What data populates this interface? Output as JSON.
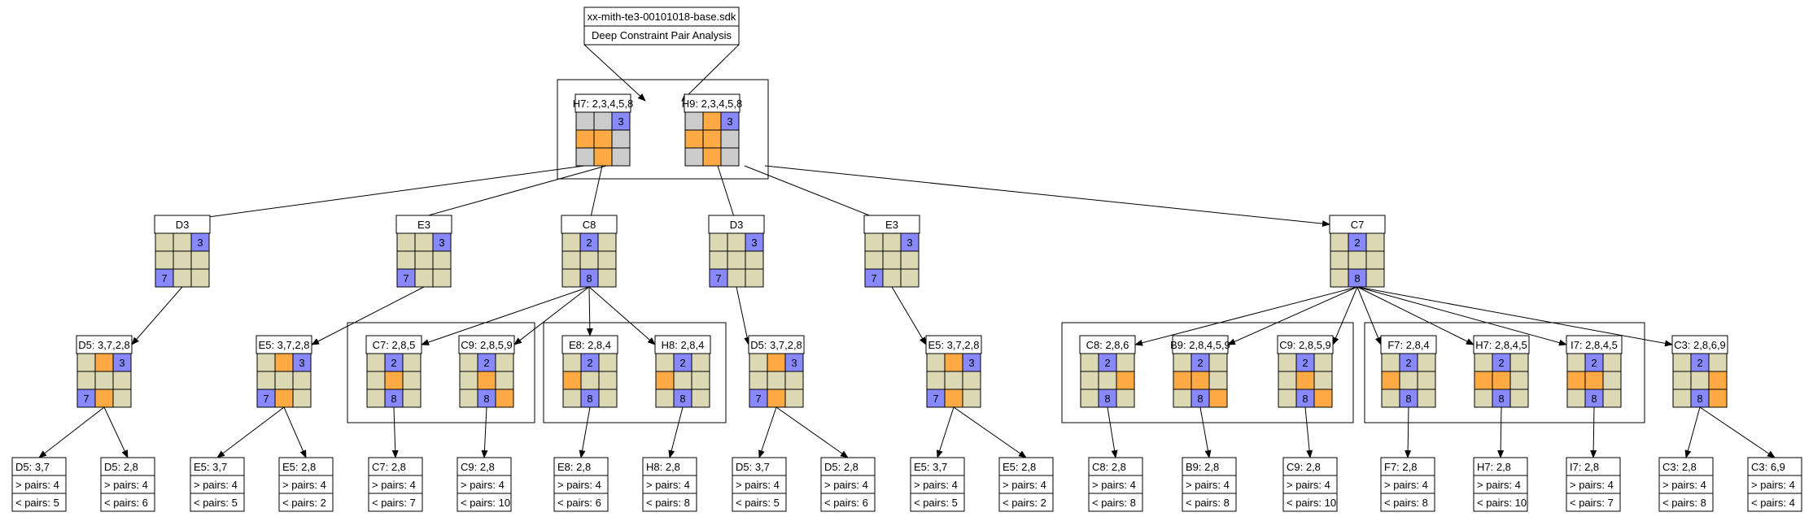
{
  "header": {
    "title": "xx-mith-te3-00101018-base.sdk",
    "subtitle": "Deep Constraint Pair Analysis"
  },
  "colors": {
    "tan": "#dcd8b3",
    "gray": "#cccccc",
    "blue": "#8888ff",
    "orange": "#ffaa44",
    "border": "#000000",
    "background": "#ffffff"
  },
  "nodes": {
    "H7": {
      "label": "H7: 2,3,4,5,8",
      "grid": [
        [
          "g",
          ""
        ],
        [
          "g",
          ""
        ],
        [
          "b",
          "3"
        ],
        [
          "o",
          ""
        ],
        [
          "o",
          ""
        ],
        [
          "g",
          ""
        ],
        [
          "g",
          ""
        ],
        [
          "o",
          ""
        ],
        [
          "g",
          ""
        ]
      ]
    },
    "H9": {
      "label": "H9: 2,3,4,5,8",
      "grid": [
        [
          "g",
          ""
        ],
        [
          "o",
          ""
        ],
        [
          "b",
          "3"
        ],
        [
          "o",
          ""
        ],
        [
          "o",
          ""
        ],
        [
          "g",
          ""
        ],
        [
          "g",
          ""
        ],
        [
          "o",
          ""
        ],
        [
          "g",
          ""
        ]
      ]
    },
    "D3a": {
      "label": "D3",
      "grid": [
        [
          "t",
          ""
        ],
        [
          "t",
          ""
        ],
        [
          "b",
          "3"
        ],
        [
          "t",
          ""
        ],
        [
          "t",
          ""
        ],
        [
          "t",
          ""
        ],
        [
          "b",
          "7"
        ],
        [
          "t",
          ""
        ],
        [
          "t",
          ""
        ]
      ]
    },
    "E3a": {
      "label": "E3",
      "grid": [
        [
          "t",
          ""
        ],
        [
          "t",
          ""
        ],
        [
          "b",
          "3"
        ],
        [
          "t",
          ""
        ],
        [
          "t",
          ""
        ],
        [
          "t",
          ""
        ],
        [
          "b",
          "7"
        ],
        [
          "t",
          ""
        ],
        [
          "t",
          ""
        ]
      ]
    },
    "C8": {
      "label": "C8",
      "grid": [
        [
          "t",
          ""
        ],
        [
          "b",
          "2"
        ],
        [
          "t",
          ""
        ],
        [
          "t",
          ""
        ],
        [
          "t",
          ""
        ],
        [
          "t",
          ""
        ],
        [
          "t",
          ""
        ],
        [
          "b",
          "8"
        ],
        [
          "t",
          ""
        ]
      ]
    },
    "D3b": {
      "label": "D3",
      "grid": [
        [
          "t",
          ""
        ],
        [
          "t",
          ""
        ],
        [
          "b",
          "3"
        ],
        [
          "t",
          ""
        ],
        [
          "t",
          ""
        ],
        [
          "t",
          ""
        ],
        [
          "b",
          "7"
        ],
        [
          "t",
          ""
        ],
        [
          "t",
          ""
        ]
      ]
    },
    "E3b": {
      "label": "E3",
      "grid": [
        [
          "t",
          ""
        ],
        [
          "t",
          ""
        ],
        [
          "b",
          "3"
        ],
        [
          "t",
          ""
        ],
        [
          "t",
          ""
        ],
        [
          "t",
          ""
        ],
        [
          "b",
          "7"
        ],
        [
          "t",
          ""
        ],
        [
          "t",
          ""
        ]
      ]
    },
    "C7": {
      "label": "C7",
      "grid": [
        [
          "t",
          ""
        ],
        [
          "b",
          "2"
        ],
        [
          "t",
          ""
        ],
        [
          "t",
          ""
        ],
        [
          "t",
          ""
        ],
        [
          "t",
          ""
        ],
        [
          "t",
          ""
        ],
        [
          "b",
          "8"
        ],
        [
          "t",
          ""
        ]
      ]
    },
    "D5a": {
      "label": "D5: 3,7,2,8",
      "grid": [
        [
          "t",
          ""
        ],
        [
          "o",
          ""
        ],
        [
          "b",
          "3"
        ],
        [
          "t",
          ""
        ],
        [
          "t",
          ""
        ],
        [
          "t",
          ""
        ],
        [
          "b",
          "7"
        ],
        [
          "o",
          ""
        ],
        [
          "t",
          ""
        ]
      ]
    },
    "E5a": {
      "label": "E5: 3,7,2,8",
      "grid": [
        [
          "t",
          ""
        ],
        [
          "o",
          ""
        ],
        [
          "b",
          "3"
        ],
        [
          "t",
          ""
        ],
        [
          "t",
          ""
        ],
        [
          "t",
          ""
        ],
        [
          "b",
          "7"
        ],
        [
          "o",
          ""
        ],
        [
          "t",
          ""
        ]
      ]
    },
    "C7b": {
      "label": "C7: 2,8,5",
      "grid": [
        [
          "t",
          ""
        ],
        [
          "b",
          "2"
        ],
        [
          "t",
          ""
        ],
        [
          "t",
          ""
        ],
        [
          "o",
          ""
        ],
        [
          "t",
          ""
        ],
        [
          "t",
          ""
        ],
        [
          "b",
          "8"
        ],
        [
          "t",
          ""
        ]
      ]
    },
    "C9b": {
      "label": "C9: 2,8,5,9",
      "grid": [
        [
          "t",
          ""
        ],
        [
          "b",
          "2"
        ],
        [
          "t",
          ""
        ],
        [
          "t",
          ""
        ],
        [
          "o",
          ""
        ],
        [
          "t",
          ""
        ],
        [
          "t",
          ""
        ],
        [
          "b",
          "8"
        ],
        [
          "o",
          ""
        ]
      ]
    },
    "E8": {
      "label": "E8: 2,8,4",
      "grid": [
        [
          "t",
          ""
        ],
        [
          "b",
          "2"
        ],
        [
          "t",
          ""
        ],
        [
          "o",
          ""
        ],
        [
          "t",
          ""
        ],
        [
          "t",
          ""
        ],
        [
          "t",
          ""
        ],
        [
          "b",
          "8"
        ],
        [
          "t",
          ""
        ]
      ]
    },
    "H8": {
      "label": "H8: 2,8,4",
      "grid": [
        [
          "t",
          ""
        ],
        [
          "b",
          "2"
        ],
        [
          "t",
          ""
        ],
        [
          "o",
          ""
        ],
        [
          "t",
          ""
        ],
        [
          "t",
          ""
        ],
        [
          "t",
          ""
        ],
        [
          "b",
          "8"
        ],
        [
          "t",
          ""
        ]
      ]
    },
    "D5b": {
      "label": "D5: 3,7,2,8",
      "grid": [
        [
          "t",
          ""
        ],
        [
          "o",
          ""
        ],
        [
          "b",
          "3"
        ],
        [
          "t",
          ""
        ],
        [
          "t",
          ""
        ],
        [
          "t",
          ""
        ],
        [
          "b",
          "7"
        ],
        [
          "o",
          ""
        ],
        [
          "t",
          ""
        ]
      ]
    },
    "E5b": {
      "label": "E5: 3,7,2,8",
      "grid": [
        [
          "t",
          ""
        ],
        [
          "o",
          ""
        ],
        [
          "b",
          "3"
        ],
        [
          "t",
          ""
        ],
        [
          "t",
          ""
        ],
        [
          "t",
          ""
        ],
        [
          "b",
          "7"
        ],
        [
          "o",
          ""
        ],
        [
          "t",
          ""
        ]
      ]
    },
    "C8c": {
      "label": "C8: 2,8,6",
      "grid": [
        [
          "t",
          ""
        ],
        [
          "b",
          "2"
        ],
        [
          "t",
          ""
        ],
        [
          "t",
          ""
        ],
        [
          "t",
          ""
        ],
        [
          "o",
          ""
        ],
        [
          "t",
          ""
        ],
        [
          "b",
          "8"
        ],
        [
          "t",
          ""
        ]
      ]
    },
    "B9": {
      "label": "B9: 2,8,4,5,9",
      "grid": [
        [
          "t",
          ""
        ],
        [
          "b",
          "2"
        ],
        [
          "t",
          ""
        ],
        [
          "o",
          ""
        ],
        [
          "o",
          ""
        ],
        [
          "t",
          ""
        ],
        [
          "t",
          ""
        ],
        [
          "b",
          "8"
        ],
        [
          "o",
          ""
        ]
      ]
    },
    "C9c": {
      "label": "C9: 2,8,5,9",
      "grid": [
        [
          "t",
          ""
        ],
        [
          "b",
          "2"
        ],
        [
          "t",
          ""
        ],
        [
          "t",
          ""
        ],
        [
          "o",
          ""
        ],
        [
          "t",
          ""
        ],
        [
          "t",
          ""
        ],
        [
          "b",
          "8"
        ],
        [
          "o",
          ""
        ]
      ]
    },
    "F7": {
      "label": "F7: 2,8,4",
      "grid": [
        [
          "t",
          ""
        ],
        [
          "b",
          "2"
        ],
        [
          "t",
          ""
        ],
        [
          "o",
          ""
        ],
        [
          "t",
          ""
        ],
        [
          "t",
          ""
        ],
        [
          "t",
          ""
        ],
        [
          "b",
          "8"
        ],
        [
          "t",
          ""
        ]
      ]
    },
    "H7c": {
      "label": "H7: 2,8,4,5",
      "grid": [
        [
          "t",
          ""
        ],
        [
          "b",
          "2"
        ],
        [
          "t",
          ""
        ],
        [
          "o",
          ""
        ],
        [
          "o",
          ""
        ],
        [
          "t",
          ""
        ],
        [
          "t",
          ""
        ],
        [
          "b",
          "8"
        ],
        [
          "t",
          ""
        ]
      ]
    },
    "I7": {
      "label": "I7: 2,8,4,5",
      "grid": [
        [
          "t",
          ""
        ],
        [
          "b",
          "2"
        ],
        [
          "t",
          ""
        ],
        [
          "o",
          ""
        ],
        [
          "o",
          ""
        ],
        [
          "t",
          ""
        ],
        [
          "t",
          ""
        ],
        [
          "b",
          "8"
        ],
        [
          "t",
          ""
        ]
      ]
    },
    "C3": {
      "label": "C3: 2,8,6,9",
      "grid": [
        [
          "t",
          ""
        ],
        [
          "b",
          "2"
        ],
        [
          "t",
          ""
        ],
        [
          "t",
          ""
        ],
        [
          "t",
          ""
        ],
        [
          "o",
          ""
        ],
        [
          "t",
          ""
        ],
        [
          "b",
          "8"
        ],
        [
          "o",
          ""
        ]
      ]
    }
  },
  "leaves": [
    {
      "title": "D5: 3,7",
      "gt": "> pairs: 4",
      "lt": "< pairs: 5"
    },
    {
      "title": "D5: 2,8",
      "gt": "> pairs: 4",
      "lt": "< pairs: 6"
    },
    {
      "title": "E5: 3,7",
      "gt": "> pairs: 4",
      "lt": "< pairs: 5"
    },
    {
      "title": "E5: 2,8",
      "gt": "> pairs: 4",
      "lt": "< pairs: 2"
    },
    {
      "title": "C7: 2,8",
      "gt": "> pairs: 4",
      "lt": "< pairs: 7"
    },
    {
      "title": "C9: 2,8",
      "gt": "> pairs: 4",
      "lt": "< pairs: 10"
    },
    {
      "title": "E8: 2,8",
      "gt": "> pairs: 4",
      "lt": "< pairs: 6"
    },
    {
      "title": "H8: 2,8",
      "gt": "> pairs: 4",
      "lt": "< pairs: 8"
    },
    {
      "title": "D5: 3,7",
      "gt": "> pairs: 4",
      "lt": "< pairs: 5"
    },
    {
      "title": "D5: 2,8",
      "gt": "> pairs: 4",
      "lt": "< pairs: 6"
    },
    {
      "title": "E5: 3,7",
      "gt": "> pairs: 4",
      "lt": "< pairs: 5"
    },
    {
      "title": "E5: 2,8",
      "gt": "> pairs: 4",
      "lt": "< pairs: 2"
    },
    {
      "title": "C8: 2,8",
      "gt": "> pairs: 4",
      "lt": "< pairs: 8"
    },
    {
      "title": "B9: 2,8",
      "gt": "> pairs: 4",
      "lt": "< pairs: 8"
    },
    {
      "title": "C9: 2,8",
      "gt": "> pairs: 4",
      "lt": "< pairs: 10"
    },
    {
      "title": "F7: 2,8",
      "gt": "> pairs: 4",
      "lt": "< pairs: 8"
    },
    {
      "title": "H7: 2,8",
      "gt": "> pairs: 4",
      "lt": "< pairs: 10"
    },
    {
      "title": "I7: 2,8",
      "gt": "> pairs: 4",
      "lt": "< pairs: 7"
    },
    {
      "title": "C3: 2,8",
      "gt": "> pairs: 4",
      "lt": "< pairs: 8"
    },
    {
      "title": "C3: 6,9",
      "gt": "> pairs: 4",
      "lt": "< pairs: 4"
    }
  ]
}
